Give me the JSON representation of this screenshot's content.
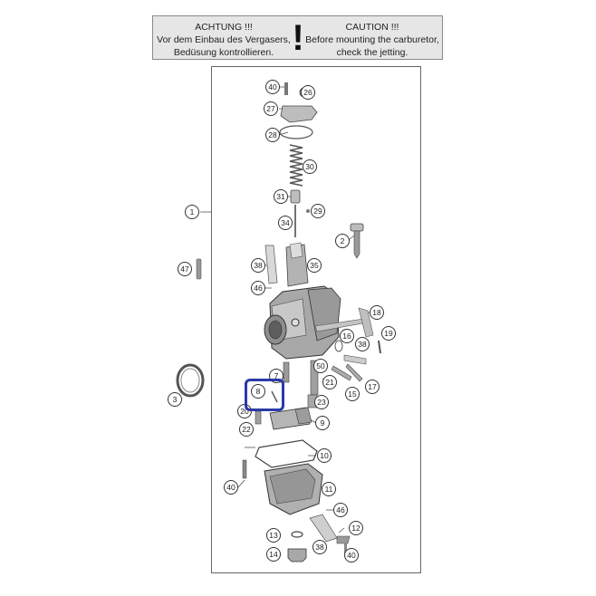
{
  "warning": {
    "german": [
      "ACHTUNG !!!",
      "Vor dem Einbau des Vergasers,",
      "Bedüsung kontrollieren."
    ],
    "english": [
      "CAUTION !!!",
      "Before mounting the carburetor,",
      "check the jetting."
    ],
    "symbol": "!"
  },
  "callouts": [
    "1",
    "2",
    "3",
    "7",
    "8",
    "9",
    "10",
    "11",
    "12",
    "13",
    "14",
    "15",
    "16",
    "17",
    "18",
    "19",
    "20",
    "21",
    "22",
    "23",
    "26",
    "27",
    "28",
    "29",
    "30",
    "31",
    "34",
    "35",
    "38",
    "40",
    "46",
    "47",
    "50"
  ],
  "highlighted_callout": "8",
  "colors": {
    "highlight": "#2b3aa8",
    "panel": "#e6e6e6"
  }
}
